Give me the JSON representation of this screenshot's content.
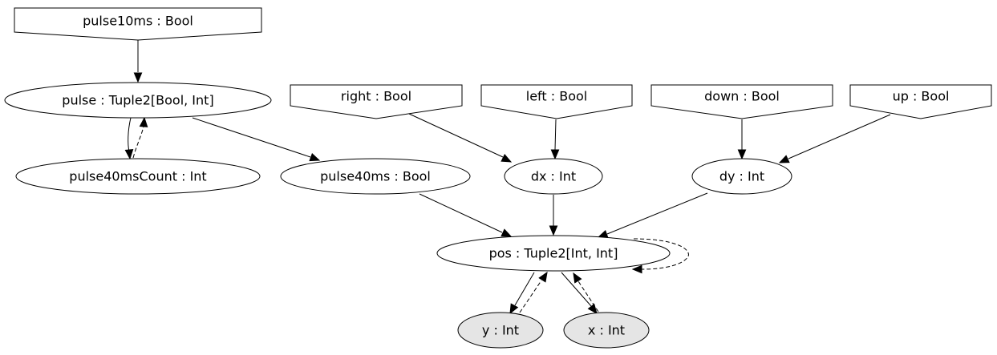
{
  "colors": {
    "stroke": "#000000",
    "background": "#ffffff",
    "output_fill": "#e5e5e5"
  },
  "nodes": {
    "pulse10ms": {
      "label": "pulse10ms : Bool",
      "kind": "input"
    },
    "pulse": {
      "label": "pulse : Tuple2[Bool, Int]",
      "kind": "internal"
    },
    "right": {
      "label": "right : Bool",
      "kind": "input"
    },
    "left": {
      "label": "left : Bool",
      "kind": "input"
    },
    "down": {
      "label": "down : Bool",
      "kind": "input"
    },
    "up": {
      "label": "up : Bool",
      "kind": "input"
    },
    "pulse40msCount": {
      "label": "pulse40msCount : Int",
      "kind": "internal"
    },
    "pulse40ms": {
      "label": "pulse40ms : Bool",
      "kind": "internal"
    },
    "dx": {
      "label": "dx : Int",
      "kind": "internal"
    },
    "dy": {
      "label": "dy : Int",
      "kind": "internal"
    },
    "pos": {
      "label": "pos : Tuple2[Int, Int]",
      "kind": "internal"
    },
    "y": {
      "label": "y : Int",
      "kind": "output"
    },
    "x": {
      "label": "x : Int",
      "kind": "output"
    }
  },
  "edges": [
    {
      "from": "pulse10ms",
      "to": "pulse",
      "style": "solid"
    },
    {
      "from": "pulse",
      "to": "pulse40msCount",
      "style": "solid"
    },
    {
      "from": "pulse40msCount",
      "to": "pulse",
      "style": "dashed"
    },
    {
      "from": "pulse",
      "to": "pulse40ms",
      "style": "solid"
    },
    {
      "from": "right",
      "to": "dx",
      "style": "solid"
    },
    {
      "from": "left",
      "to": "dx",
      "style": "solid"
    },
    {
      "from": "down",
      "to": "dy",
      "style": "solid"
    },
    {
      "from": "up",
      "to": "dy",
      "style": "solid"
    },
    {
      "from": "pulse40ms",
      "to": "pos",
      "style": "solid"
    },
    {
      "from": "dx",
      "to": "pos",
      "style": "solid"
    },
    {
      "from": "dy",
      "to": "pos",
      "style": "solid"
    },
    {
      "from": "pos",
      "to": "pos",
      "style": "dashed"
    },
    {
      "from": "pos",
      "to": "y",
      "style": "solid"
    },
    {
      "from": "y",
      "to": "pos",
      "style": "dashed"
    },
    {
      "from": "pos",
      "to": "x",
      "style": "solid"
    },
    {
      "from": "x",
      "to": "pos",
      "style": "dashed"
    }
  ]
}
